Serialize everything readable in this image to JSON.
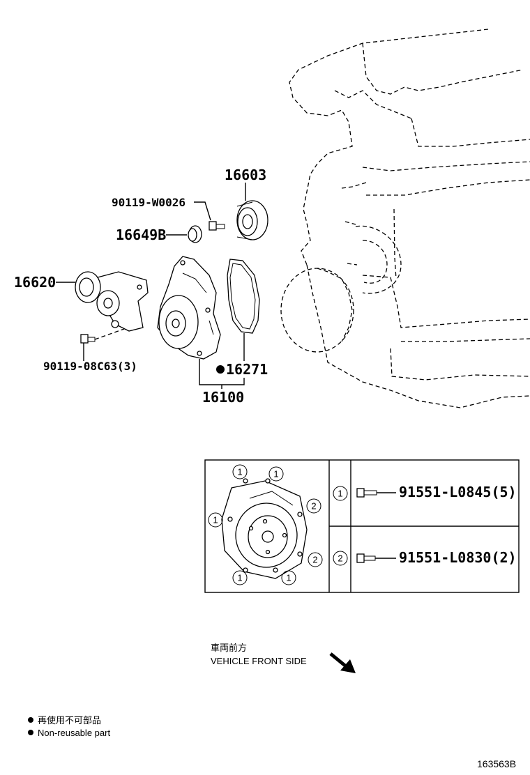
{
  "parts": {
    "idler_pulley": "16603",
    "bolt_w0026": "90119-W0026",
    "cap_16649b": "16649B",
    "tensioner": "16620",
    "gasket": "16271",
    "water_pump": "16100",
    "bolt_tensioner": "90119-08C63(3)"
  },
  "bolt_table": {
    "rows": [
      {
        "key": "1",
        "part": "91551-L0845(5)"
      },
      {
        "key": "2",
        "part": "91551-L0830(2)"
      }
    ]
  },
  "direction": {
    "jp": "車両前方",
    "en": "VEHICLE FRONT SIDE"
  },
  "legend": {
    "jp": "再使用不可部品",
    "en": "Non-reusable part"
  },
  "diagram_id": "163563B"
}
